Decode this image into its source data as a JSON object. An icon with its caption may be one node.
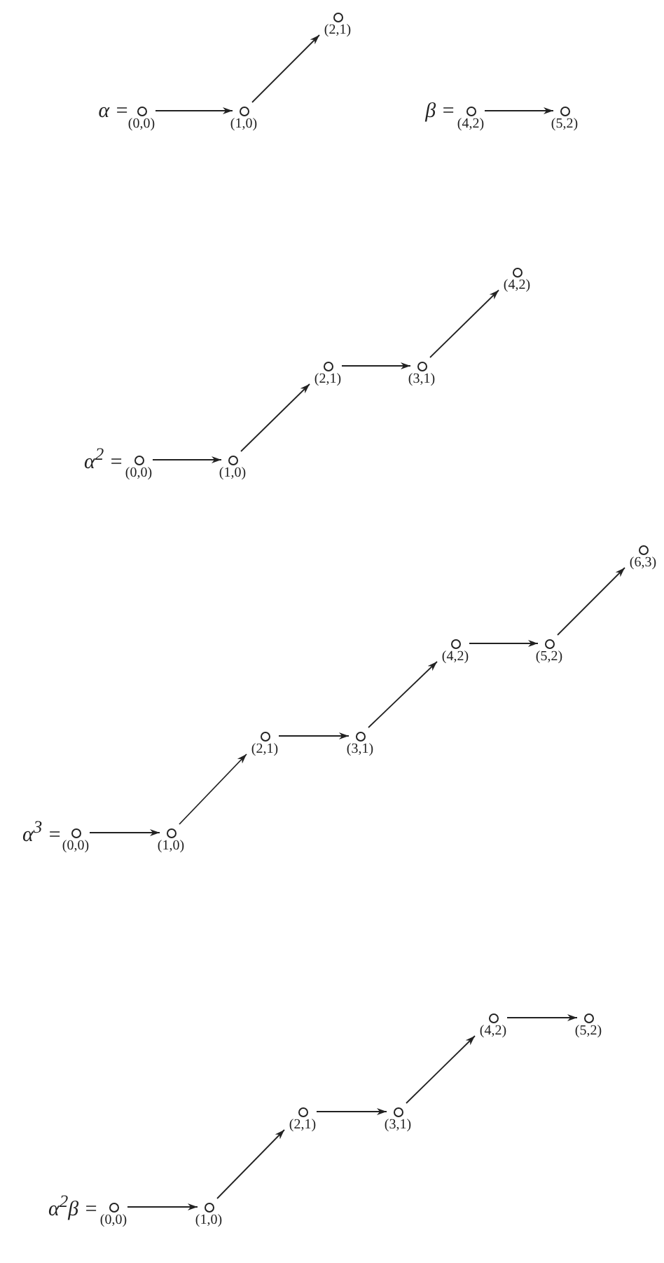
{
  "diagram": {
    "nodes": [
      {
        "text": [],
        "shape": "circle",
        "beside": [
          "(0,0)"
        ]
      },
      {
        "text": [],
        "shape": "circle",
        "beside": [
          "(1,0)"
        ]
      },
      {
        "text": [],
        "shape": "circle",
        "beside": [
          "(2,1)"
        ]
      },
      {
        "text": [],
        "shape": "circle",
        "beside": [
          "(4,2)"
        ]
      },
      {
        "text": [],
        "shape": "circle",
        "beside": [
          "(5,2)"
        ]
      },
      {
        "text": [],
        "shape": "circle",
        "beside": [
          "(0,0)"
        ]
      },
      {
        "text": [],
        "shape": "circle",
        "beside": [
          "(1,0)"
        ]
      },
      {
        "text": [],
        "shape": "circle",
        "beside": [
          "(2,1)"
        ]
      },
      {
        "text": [],
        "shape": "circle",
        "beside": [
          "(3,1)"
        ]
      },
      {
        "text": [],
        "shape": "circle",
        "beside": [
          "(4,2)"
        ]
      },
      {
        "text": [],
        "shape": "circle",
        "beside": [
          "(0,0)"
        ]
      },
      {
        "text": [],
        "shape": "circle",
        "beside": [
          "(1,0)"
        ]
      },
      {
        "text": [],
        "shape": "circle",
        "beside": [
          "(2,1)"
        ]
      },
      {
        "text": [],
        "shape": "circle",
        "beside": [
          "(3,1)"
        ]
      },
      {
        "text": [],
        "shape": "circle",
        "beside": [
          "(4,2)"
        ]
      },
      {
        "text": [],
        "shape": "circle",
        "beside": [
          "(5,2)"
        ]
      },
      {
        "text": [],
        "shape": "circle",
        "beside": [
          "(6,3)"
        ]
      },
      {
        "text": [],
        "shape": "circle",
        "beside": [
          "(0,0)"
        ]
      },
      {
        "text": [],
        "shape": "circle",
        "beside": [
          "(1,0)"
        ]
      },
      {
        "text": [],
        "shape": "circle",
        "beside": [
          "(2,1)"
        ]
      },
      {
        "text": [],
        "shape": "circle",
        "beside": [
          "(3,1)"
        ]
      },
      {
        "text": [],
        "shape": "circle",
        "beside": [
          "(4,2)"
        ]
      },
      {
        "text": [],
        "shape": "circle",
        "beside": [
          "(5,2)"
        ]
      }
    ],
    "edges": [
      {
        "from": 0,
        "to": 1,
        "arrow": "to"
      },
      {
        "from": 1,
        "to": 2,
        "arrow": "to"
      },
      {
        "from": 3,
        "to": 4,
        "arrow": "to"
      },
      {
        "from": 5,
        "to": 6,
        "arrow": "to"
      },
      {
        "from": 6,
        "to": 7,
        "arrow": "to"
      },
      {
        "from": 7,
        "to": 8,
        "arrow": "to"
      },
      {
        "from": 8,
        "to": 9,
        "arrow": "to"
      },
      {
        "from": 10,
        "to": 11,
        "arrow": "to"
      },
      {
        "from": 11,
        "to": 12,
        "arrow": "to"
      },
      {
        "from": 12,
        "to": 13,
        "arrow": "to"
      },
      {
        "from": 13,
        "to": 14,
        "arrow": "to"
      },
      {
        "from": 14,
        "to": 15,
        "arrow": "to"
      },
      {
        "from": 15,
        "to": 16,
        "arrow": "to"
      },
      {
        "from": 17,
        "to": 18,
        "arrow": "to"
      },
      {
        "from": 18,
        "to": 19,
        "arrow": "to"
      },
      {
        "from": 19,
        "to": 20,
        "arrow": "to"
      },
      {
        "from": 20,
        "to": 21,
        "arrow": "to"
      },
      {
        "from": 21,
        "to": 22,
        "arrow": "to"
      }
    ],
    "labels": [
      "α =",
      "β =",
      "α$^{2}$ =",
      "α$^{3}$ =",
      "α$^{2}$β ="
    ]
  }
}
